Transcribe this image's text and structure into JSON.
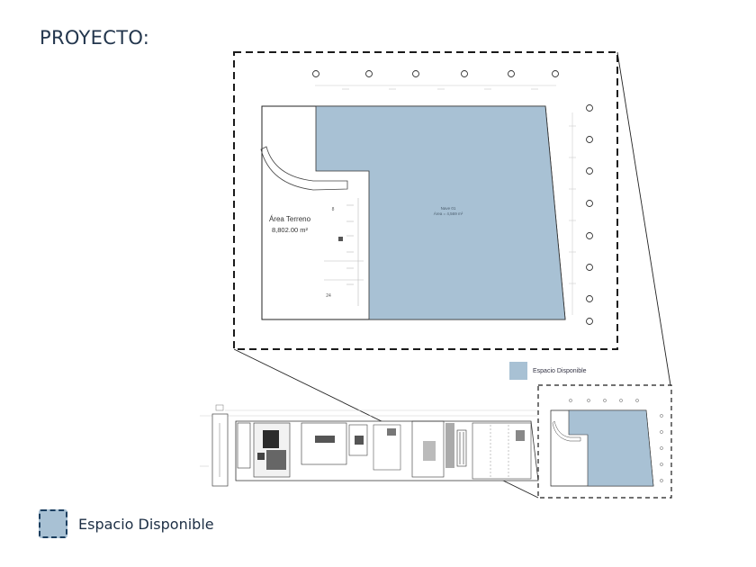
{
  "title": "PROYECTO:",
  "legend": {
    "label": "Espacio Disponible"
  },
  "plan": {
    "terrain_label": "Área Terreno",
    "terrain_area": "8,802.00 m²",
    "nave_label": "Nave 01",
    "nave_area": "Área = 4,569 m²",
    "parking_number_top": "8",
    "parking_number_bottom": "24",
    "small_legend": "Espacio Disponible",
    "available_color": "#a8c1d4"
  }
}
